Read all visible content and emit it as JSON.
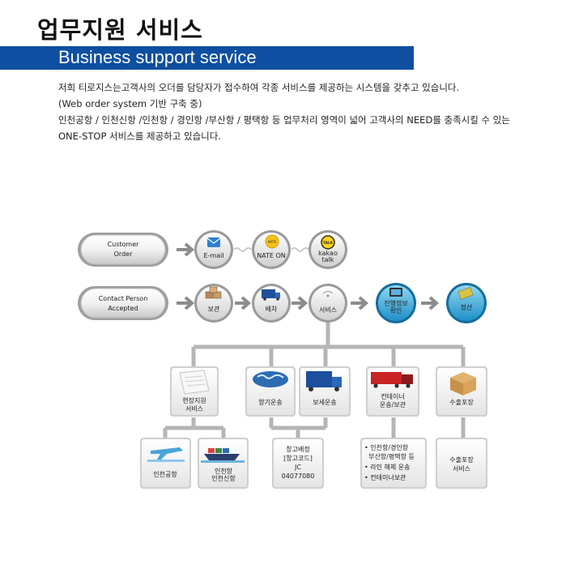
{
  "header": {
    "title": "업무지원 서비스",
    "subtitle": "Business support service"
  },
  "intro": {
    "line1": "저희 티로지스는고객사의 오더를  담당자가 접수하여 각종 서비스를 제공하는 시스템을 갖추고 있습니다.",
    "line2": "(Web order system 기반 구축 중)",
    "line3": "인천공항 / 인천신항 /인천항 / 경인항 /부산항 / 평택항 등 업무처리 영역이 넓어 고객사의 NEED를 충족시킬 수 있는",
    "line4": "ONE-STOP 서비스를 제공하고 있습니다."
  },
  "flow": {
    "row1": {
      "start": [
        "Customer",
        "Order"
      ],
      "email": "E-mail",
      "nateon": "NATE ON",
      "nateon_icon": "NATE",
      "kakao": [
        "kakao",
        "talk"
      ],
      "kakao_icon": "TALK"
    },
    "row2": {
      "start": [
        "Contact Person",
        "Accepted"
      ],
      "storage": "보관",
      "dispatch": "배차",
      "service": "서비스",
      "progress": [
        "진행정보",
        "확인"
      ],
      "settle": "정산"
    },
    "services": {
      "onsite": [
        "현장지원",
        "서비스"
      ],
      "air": "항기운송",
      "bonded": "보세운송",
      "container": [
        "컨테이너",
        "운송/보관"
      ],
      "packing": "수출포장"
    },
    "details": {
      "airport": "인천공항",
      "port": [
        "인천항",
        "인천신항"
      ],
      "warehouse": [
        "창고배정",
        "[창고코드]",
        "JC",
        "04077080"
      ],
      "container_list": [
        "• 인천항/경인항",
        "  부산항/평택항 등",
        "• 라인 해체 운송",
        "• 컨테이너보관"
      ],
      "packing_detail": [
        "수출포장",
        "서비스"
      ]
    }
  },
  "colors": {
    "banner": "#0e4fa1",
    "connector": "#b5b5b5",
    "accent_circle": "#2aa6d6"
  }
}
